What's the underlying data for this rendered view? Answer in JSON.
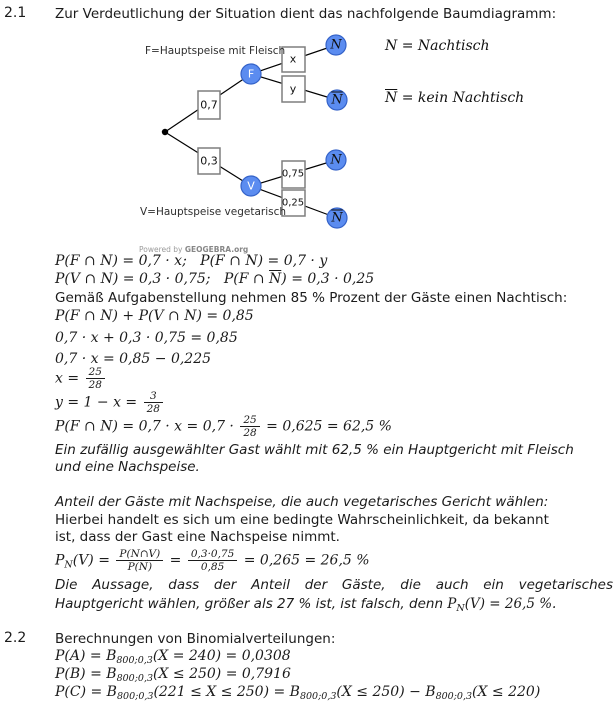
{
  "section1": {
    "number": "2.1",
    "title": "Zur Verdeutlichung der Situation dient das nachfolgende Baumdiagramm:"
  },
  "diagram": {
    "label_f": "F=Hauptspeise mit Fleisch",
    "label_v": "V=Hauptspeise vegetarisch",
    "nodes": {
      "f": "F",
      "v": "V",
      "n": "N",
      "nbar": "N"
    },
    "probs": {
      "f": "0,7",
      "v": "0,3",
      "fn": "x",
      "fnbar": "y",
      "vn": "0,75",
      "vnbar": "0,25"
    },
    "legend": {
      "n_symbol": "N",
      "n_rest": " = Nachtisch",
      "nbar_symbol": "N",
      "nbar_rest": " = kein Nachtisch"
    },
    "powered_prefix": "Powered by ",
    "powered_brand": "GEOGEBRA.org",
    "colors": {
      "node_fill": "#5b8cf0",
      "node_stroke": "#3563c9",
      "line": "#000000",
      "box_stroke": "#7e7e7e"
    }
  },
  "math1": {
    "line1": "P(F ∩ N) = 0,7 · x;   P(F ∩ N) = 0,7 · y",
    "line2_pre": "P(V ∩ N) = 0,3 · 0,75;   P(F ∩ ",
    "line2_bar": "N",
    "line2_post": ") = 0,3 · 0,25",
    "line3": "Gemäß Aufgabenstellung nehmen 85 % Prozent der Gäste einen Nachtisch:",
    "line4": "P(F ∩ N) + P(V ∩ N) = 0,85",
    "line5": "0,7 · x + 0,3 · 0,75 = 0,85",
    "line6": "0,7 · x = 0,85 − 0,225",
    "line7_pre": "x = ",
    "line7_num": "25",
    "line7_den": "28",
    "line8_pre": "y = 1 − x = ",
    "line8_num": "3",
    "line8_den": "28",
    "line9_pre": "P(F ∩ N) = 0,7 · x = 0,7 · ",
    "line9_num": "25",
    "line9_den": "28",
    "line9_post": " = 0,625 = 62,5 %"
  },
  "text1": {
    "line1": "Ein zufällig ausgewählter Gast wählt mit 62,5 % ein Hauptgericht mit Fleisch",
    "line2": "und eine Nachspeise."
  },
  "text2": {
    "heading": "Anteil der Gäste mit Nachspeise, die auch vegetarisches Gericht wählen:",
    "line1": "Hierbei handelt es sich um eine bedingte Wahrscheinlichkeit, da bekannt",
    "line2": "ist, dass der Gast eine Nachspeise nimmt."
  },
  "math2": {
    "p_base": "P",
    "p_sub": "N",
    "p_arg": "(V) = ",
    "frac1_num": "P(N∩V)",
    "frac1_den": "P(N)",
    "eq1": " = ",
    "frac2_num": "0,3·0,75",
    "frac2_den": "0,85",
    "result": " = 0,265 = 26,5 %"
  },
  "text3": {
    "line1": "Die Aussage, dass der Anteil der Gäste, die auch ein vegetarisches",
    "line2_pre": "Hauptgericht wählen, größer als 27 % ist, ist falsch, denn ",
    "line2_p": "P",
    "line2_sub": "N",
    "line2_post": "(V) = 26,5 %."
  },
  "section2": {
    "number": "2.2",
    "title": "Berechnungen von Binomialverteilungen:",
    "lineA": {
      "pre": "P(A) = B",
      "sub": "800;0,3",
      "post": "(X = 240) = 0,0308"
    },
    "lineB": {
      "pre": "P(B) = B",
      "sub": "800;0,3",
      "post": "(X ≤ 250) = 0,7916"
    },
    "lineC": {
      "seg1": "P(C) = B",
      "sub1": "800;0,3",
      "seg2": "(221 ≤ X ≤ 250) = B",
      "sub2": "800;0,3",
      "seg3": "(X ≤ 250) − B",
      "sub3": "800;0,3",
      "seg4": "(X ≤ 220)"
    }
  }
}
